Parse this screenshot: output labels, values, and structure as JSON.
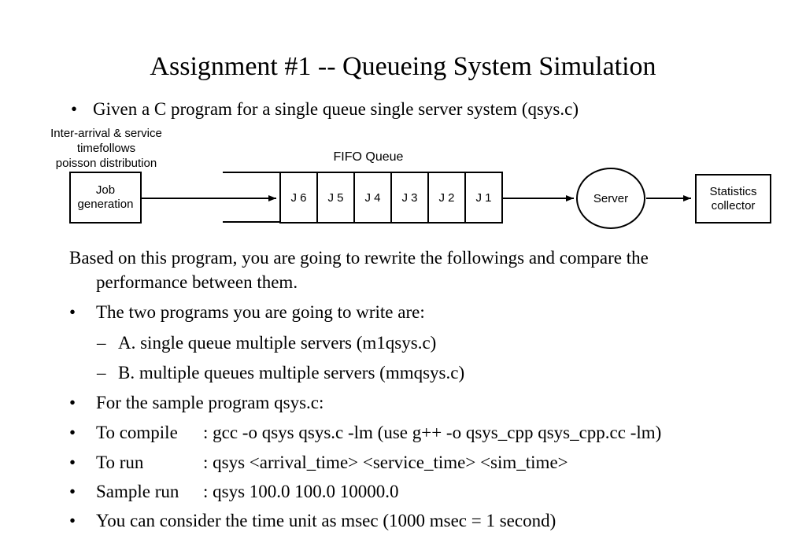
{
  "slide": {
    "title": "Assignment #1 -- Queueing System Simulation",
    "markers": {
      "bullet": "•",
      "dash": "–"
    },
    "intro_bullet": {
      "text": "Given a C program for a single queue single server system (qsys.c)"
    },
    "paragraph": {
      "line1": "Based on this program, you are going to rewrite the followings and compare the",
      "line2": "performance between them."
    },
    "body_lines": [
      {
        "type": "bullet",
        "text": "The two programs you are going to write are:"
      },
      {
        "type": "dash",
        "text": "A. single queue multiple servers (m1qsys.c)"
      },
      {
        "type": "dash",
        "text": "B. multiple queues multiple servers (mmqsys.c)"
      },
      {
        "type": "bullet",
        "text": "For the sample program qsys.c:"
      },
      {
        "type": "bullet-tab",
        "label": "To compile",
        "value": ": gcc -o qsys qsys.c -lm (use g++ -o qsys_cpp qsys_cpp.cc -lm)"
      },
      {
        "type": "bullet-tab",
        "label": "To run",
        "value": ": qsys <arrival_time> <service_time> <sim_time>"
      },
      {
        "type": "bullet-tab",
        "label": "Sample run",
        "value": ": qsys 100.0 100.0 10000.0"
      },
      {
        "type": "bullet",
        "text": "You can consider the time unit as msec (1000 msec = 1 second)"
      }
    ]
  },
  "diagram": {
    "arrival_label": {
      "line1": "Inter-arrival & service",
      "line2": "timefollows",
      "line3": "poisson distribution"
    },
    "job_box": {
      "line1": "Job",
      "line2": "generation"
    },
    "fifo_label": "FIFO Queue",
    "queue_cells": [
      "J 6",
      "J 5",
      "J 4",
      "J 3",
      "J 2",
      "J 1"
    ],
    "server_label": "Server",
    "stats_box": {
      "line1": "Statistics",
      "line2": "collector"
    },
    "line_color": "#000000"
  }
}
